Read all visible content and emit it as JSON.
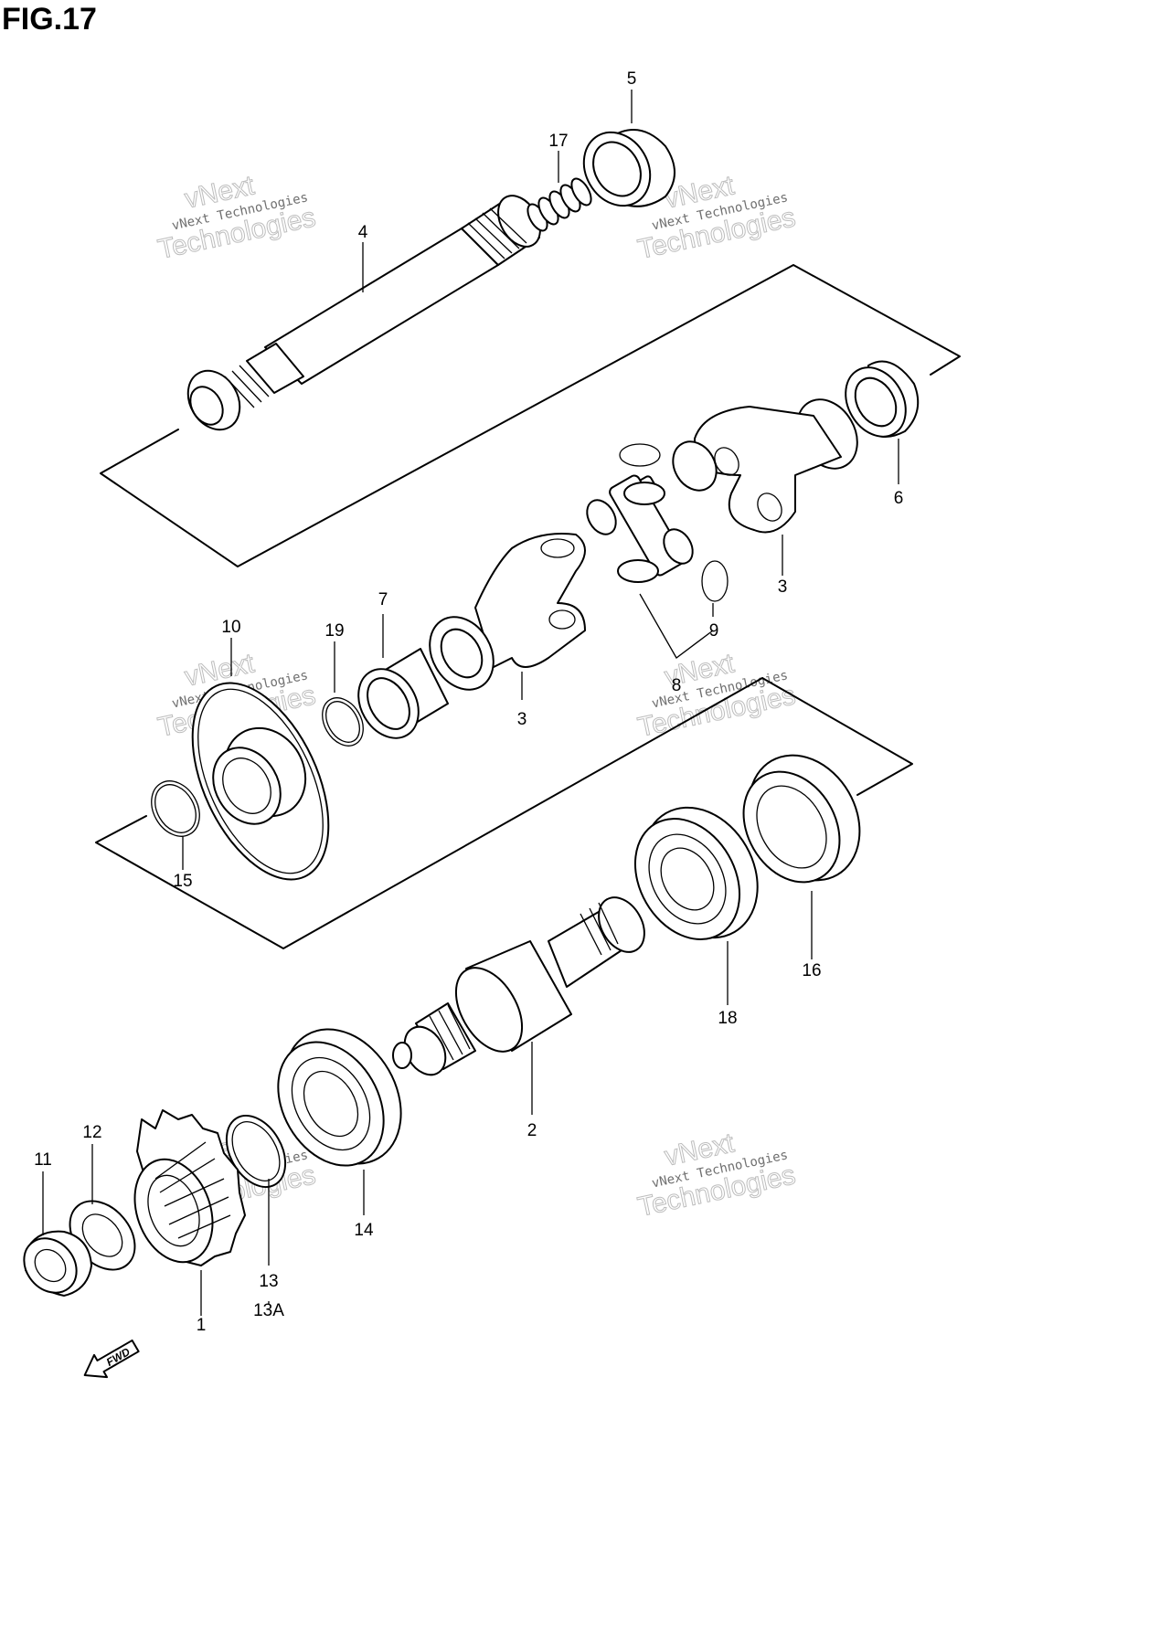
{
  "figure": {
    "title": "FIG.17",
    "fwd_label": "FWD"
  },
  "callouts": [
    {
      "id": "c5",
      "text": "5"
    },
    {
      "id": "c17",
      "text": "17"
    },
    {
      "id": "c4",
      "text": "4"
    },
    {
      "id": "c6",
      "text": "6"
    },
    {
      "id": "c3a",
      "text": "3"
    },
    {
      "id": "c9",
      "text": "9"
    },
    {
      "id": "c8",
      "text": "8"
    },
    {
      "id": "c3b",
      "text": "3"
    },
    {
      "id": "c7",
      "text": "7"
    },
    {
      "id": "c19",
      "text": "19"
    },
    {
      "id": "c10",
      "text": "10"
    },
    {
      "id": "c15",
      "text": "15"
    },
    {
      "id": "c16",
      "text": "16"
    },
    {
      "id": "c18",
      "text": "18"
    },
    {
      "id": "c2",
      "text": "2"
    },
    {
      "id": "c14",
      "text": "14"
    },
    {
      "id": "c12",
      "text": "12"
    },
    {
      "id": "c11",
      "text": "11"
    },
    {
      "id": "c13",
      "text": "13"
    },
    {
      "id": "c13a",
      "text": "13A"
    },
    {
      "id": "c1",
      "text": "1"
    }
  ],
  "watermark": {
    "brand": "vNext",
    "line1": "vNext Technologies",
    "line2": "Technologies"
  }
}
